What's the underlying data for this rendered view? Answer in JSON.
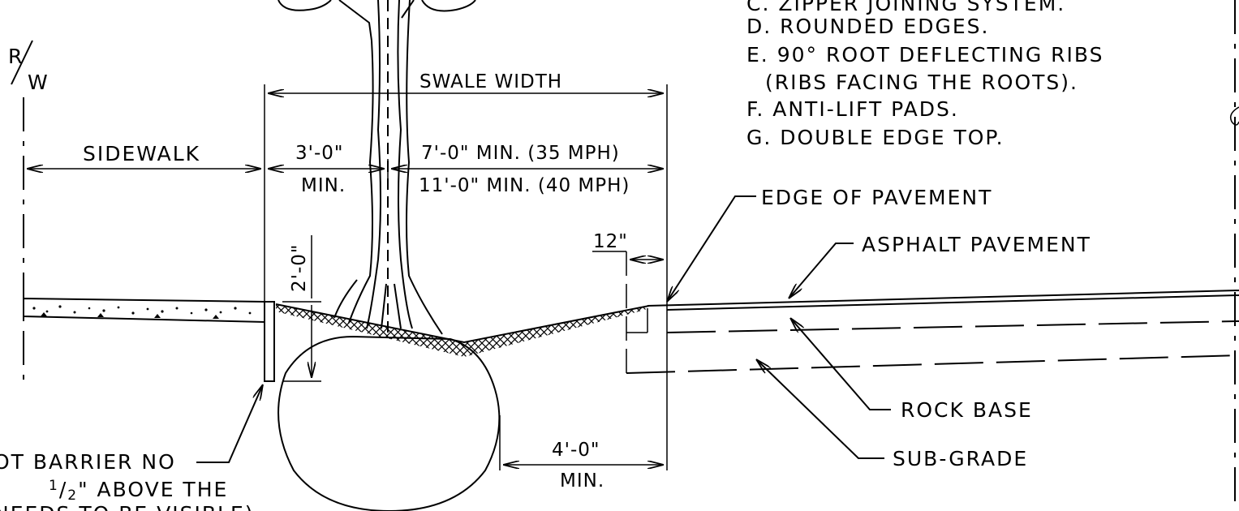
{
  "notes": {
    "c": "C. ZIPPER JOINING SYSTEM.",
    "d": "D. ROUNDED EDGES.",
    "e1": "E. 90° ROOT DEFLECTING RIBS",
    "e2": "(RIBS FACING THE ROOTS).",
    "f": "F. ANTI-LIFT PADS.",
    "g": "G. DOUBLE EDGE TOP."
  },
  "right_of_way": {
    "r": "R",
    "w": "W"
  },
  "dimensions": {
    "swale_width": "SWALE WIDTH",
    "sidewalk": "SIDEWALK",
    "min_3ft": "3'-0\"",
    "min_3ft_min": "MIN.",
    "min_35mph": "7'-0\" MIN. (35 MPH)",
    "min_40mph": "11'-0\" MIN. (40 MPH)",
    "depth_2ft": "2'-0\"",
    "offset_12in": "12\"",
    "min_4ft": "4'-0\"",
    "min_4ft_min": "MIN."
  },
  "callouts": {
    "edge_of_pavement": "EDGE OF PAVEMENT",
    "asphalt_pavement": "ASPHALT PAVEMENT",
    "rock_base": "ROCK BASE",
    "sub_grade": "SUB-GRADE"
  },
  "root_barrier_note": {
    "line1": "OT BARRIER NO",
    "line2_pre": "1",
    "line2_frac": "/",
    "line2_den": "2",
    "line2_post": "\" ABOVE THE",
    "line3": "NEEDS TO BE VISIBLE)"
  }
}
